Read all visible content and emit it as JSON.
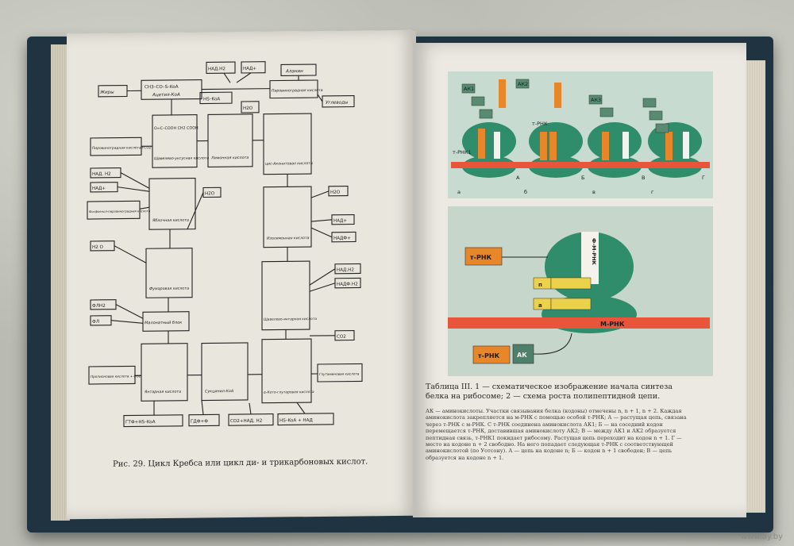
{
  "left_page": {
    "figure_caption": "Рис. 29. Цикл Кребса или цикл ди- и трикарбоновых кислот.",
    "boxes": {
      "fats": "Жиры",
      "acetylcoa_formula": "CH3–CO–S–KoA",
      "acetylcoa_name": "Ацетил-КоА",
      "nadh_top": "НАД.H2",
      "nad_top": "НАД+",
      "alanine": "Аланин",
      "pyruvic": "Пировиноградная кислота",
      "carbs": "Углеводы",
      "hskoa": "HS–KoA",
      "h2o_1": "H2O",
      "oxaloacetic_formula": "O=C–COOH CH2 COOH",
      "oxaloacetic": "Щавелево-уксусная кислота",
      "citric": "Лимонная кислота",
      "cisaconitic": "цис-Аконитовая кислота",
      "pyruvic_co2": "Пировиноградная кислота+CO2",
      "nadh_left": "НАД. H2",
      "nad_left": "НАД+",
      "pep": "Фосфоенол-пировиноградная кислота",
      "malic": "Яблочная кислота",
      "h2o_2": "H2O",
      "h2o_3": "H2O",
      "isocitric": "Изолимонная кислота",
      "nad_right": "НАД+",
      "nadp_right": "НАДФ+",
      "h2o_4": "H2 O",
      "fumaric": "Фумаровая кислота",
      "nadh_right": "НАД.H2",
      "nadph_right": "НАДФ.H2",
      "oxalosuccinic": "Щавелево-янтарная кислота",
      "fadh": "ФЛН2",
      "fl": "ФЛ",
      "malonate": "Малонатный блок",
      "co2": "CO2",
      "propionic": "Пропионовая кислота + CO2",
      "succinic": "Янтарная кислота",
      "succinylcoa": "Сукцинил-КоА",
      "ketoglutaric": "α-Кето-глутаровая кислота",
      "glutamic": "Глутаминовая кислота",
      "gtp": "ГТФ+HS–KoA",
      "gdp": "ГДФ+Ф",
      "co2nadh": "CO2+НАД. H2",
      "hskoa_nad": "HS–KoA + НАД"
    }
  },
  "right_page": {
    "plate_caption": "Таблица III. 1 — схематическое изображение начала синтеза белка на рибосоме; 2 — схема роста полипептидной цепи.",
    "plate_body": "АК — аминокислоты. Участки связывания белка (кодоны) отмечены n, n + 1, n + 2. Каждая аминокислота закрепляется на м-РНК с помощью особой т-РНК; А — растущая цепь, связана через т-РНК с м-РНК. С т-РНК соединена аминокислота АК1; Б — на соседний кодон перемещается т-РНК, доставившая аминокислоту АК2; В — между АК1 и АК2 образуется пептидная связь, т-РНК1 покидает рибосому. Растущая цепь переходит на кодон n + 1. Г — место на кодоне n + 2 свободно. На него попадает следующая т-РНК с соответствующей аминокислотой (по Уотсону). А — цепь на кодоне n; Б — кодон n + 1 свободен; В — цепь образуется на кодоне n + 1.",
    "top_panel": {
      "labels": [
        "АК1",
        "АК2",
        "АК3",
        "т-РНК1",
        "т-РНК",
        "А",
        "Б",
        "В",
        "Г",
        "а",
        "б",
        "в",
        "г"
      ]
    },
    "bottom_panel": {
      "trna_top": "т-РНК",
      "trna_bottom": "т-РНК",
      "ak": "АК",
      "mrna": "М-РНК",
      "fmrna": "Ф-М-РНК",
      "p_site": "п",
      "a_site": "а"
    }
  },
  "watermark": "www.ay.by",
  "colors": {
    "cloth": "#b9bbb3",
    "cover": "#1f3440",
    "paper": "#e9e6dd",
    "plate_bg": "#c9d8cc",
    "ribosome": "#2e8a6a",
    "mrna": "#e8553a",
    "trna_box": "#e8872a",
    "ak_box": "#4e7f6a"
  }
}
